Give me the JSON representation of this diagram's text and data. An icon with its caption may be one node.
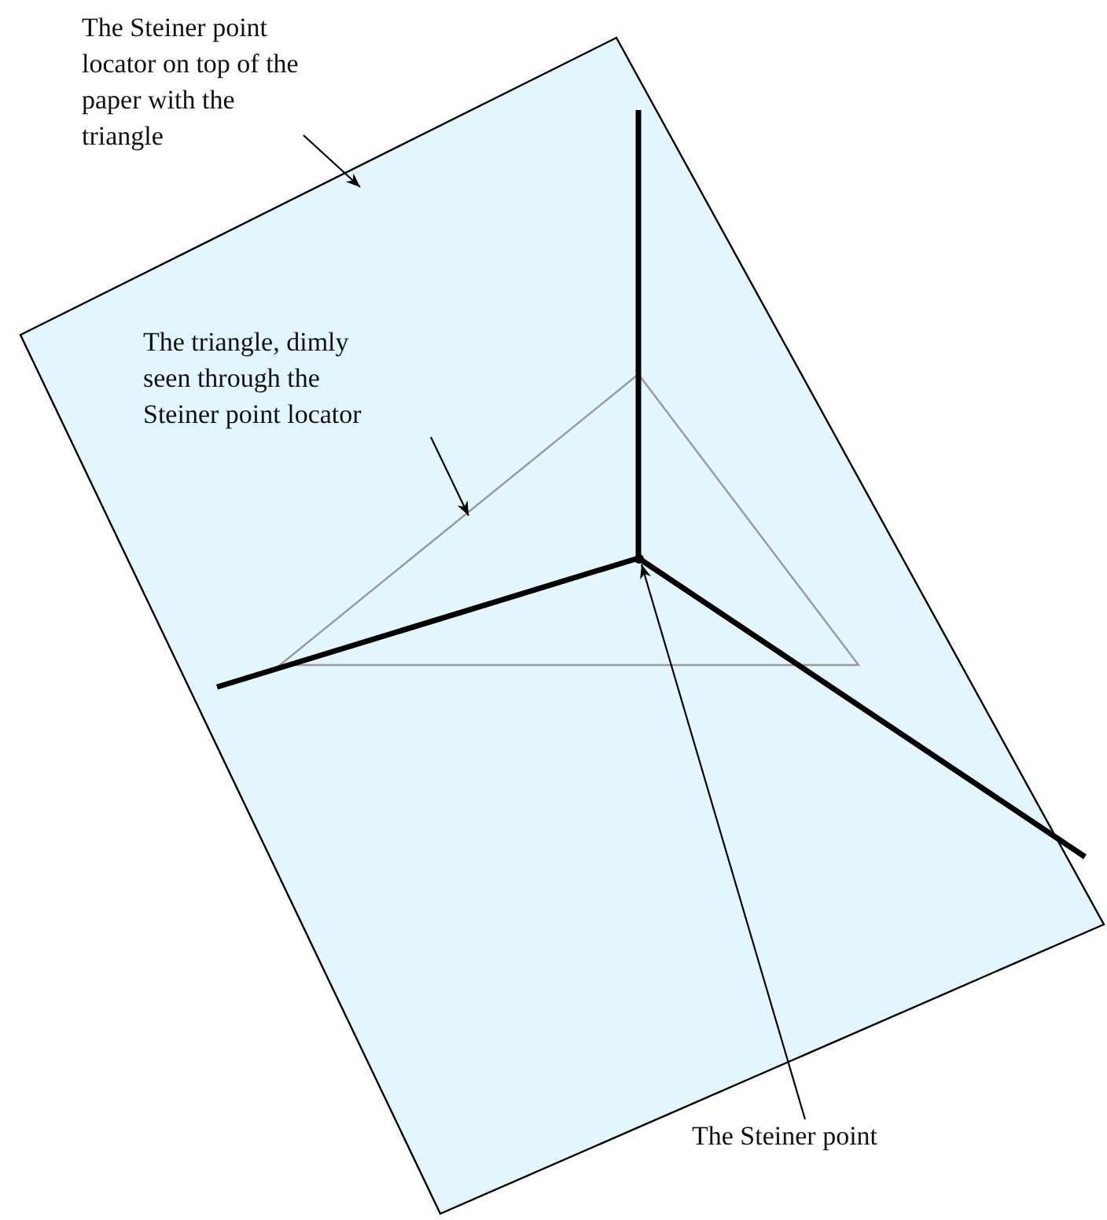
{
  "diagram": {
    "nodes": [
      {
        "text": [
          "The Steiner point locator on top of the paper with the triangle"
        ]
      },
      {
        "text": [],
        "shape": "box"
      },
      {
        "text": [
          "The triangle, dimly seen through the Steiner point locator"
        ],
        "in": 1
      },
      {
        "text": [],
        "shape": "triangle",
        "in": 1
      },
      {
        "text": [],
        "shape": "point",
        "in": 3
      },
      {
        "text": [
          "The Steiner point"
        ]
      }
    ],
    "edges": [
      {
        "from": 0,
        "to": 1,
        "arrow": "to"
      },
      {
        "from": 2,
        "to": 3,
        "arrow": "to"
      },
      {
        "from": 5,
        "to": 4,
        "arrow": "to"
      }
    ]
  }
}
